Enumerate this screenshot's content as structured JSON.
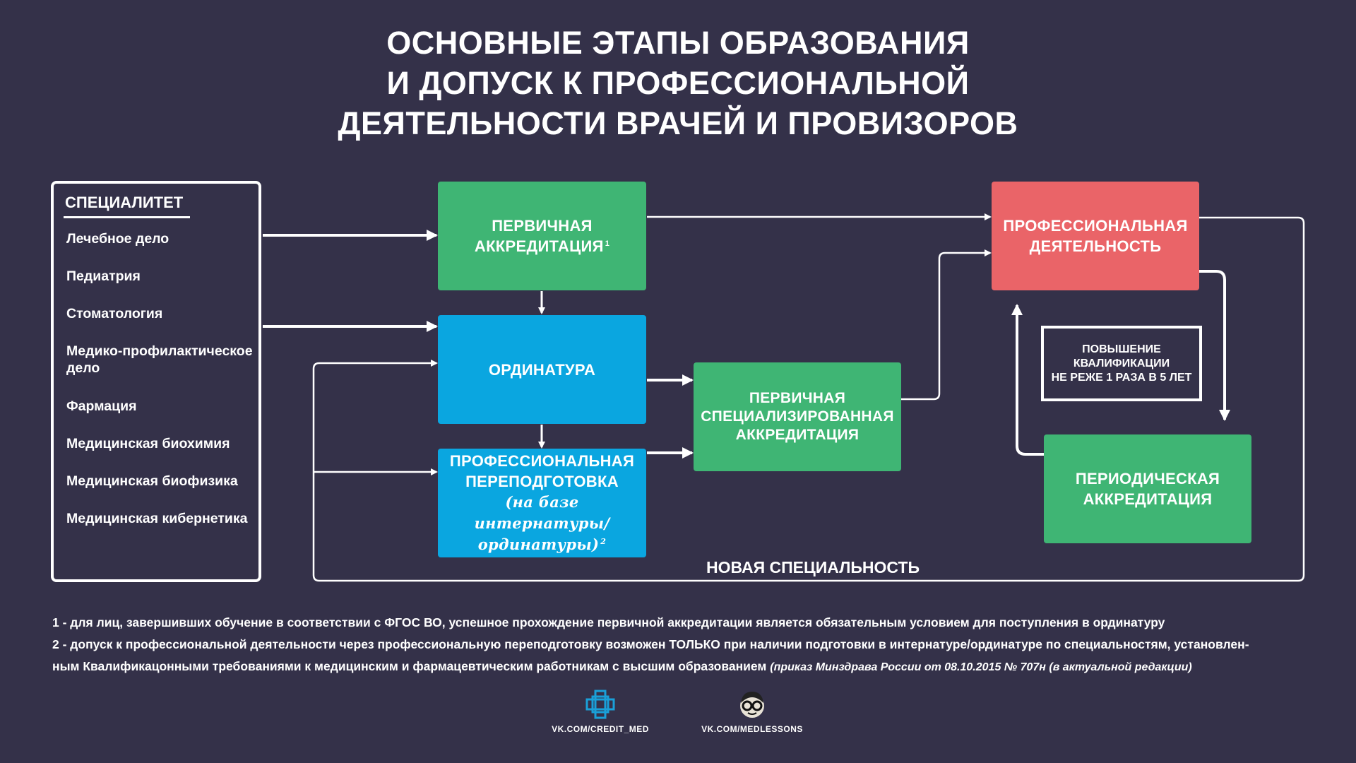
{
  "title": {
    "line1": "ОСНОВНЫЕ ЭТАПЫ ОБРАЗОВАНИЯ",
    "line2": "И ДОПУСК К ПРОФЕССИОНАЛЬНОЙ",
    "line3": "ДЕЯТЕЛЬНОСТИ ВРАЧЕЙ И ПРОВИЗОРОВ"
  },
  "specialty": {
    "heading": "СПЕЦИАЛИТЕТ",
    "items": [
      "Лечебное дело",
      "Педиатрия",
      "Стоматология",
      "Медико-профилактическое дело",
      "Фармация",
      "Медицинская биохимия",
      "Медицинская биофизика",
      "Медицинская кибернетика"
    ]
  },
  "nodes": {
    "primary_accreditation": {
      "line1": "ПЕРВИЧНАЯ",
      "line2": "АККРЕДИТАЦИЯ",
      "sup": "1",
      "color": "#3fb574"
    },
    "residency": {
      "label": "ОРДИНАТУРА",
      "color": "#0aa6e0"
    },
    "retraining": {
      "line1": "ПРОФЕССИОНАЛЬНАЯ",
      "line2": "ПЕРЕПОДГОТОВКА",
      "note1": "(на базе интернатуры/",
      "note2": "ординатуры)",
      "sup": "2",
      "color": "#0aa6e0"
    },
    "primary_specialized": {
      "line1": "ПЕРВИЧНАЯ",
      "line2": "СПЕЦИАЛИЗИРОВАННАЯ",
      "line3": "АККРЕДИТАЦИЯ",
      "color": "#3fb574"
    },
    "professional_activity": {
      "line1": "ПРОФЕССИОНАЛЬНАЯ",
      "line2": "ДЕЯТЕЛЬНОСТЬ",
      "color": "#ea6468"
    },
    "periodic_accreditation": {
      "line1": "ПЕРИОДИЧЕСКАЯ",
      "line2": "АККРЕДИТАЦИЯ",
      "color": "#3fb574"
    }
  },
  "qualification_note": {
    "line1": "ПОВЫШЕНИЕ",
    "line2": "КВАЛИФИКАЦИИ",
    "line3": "НЕ РЕЖЕ 1 РАЗА В 5 ЛЕТ"
  },
  "new_specialty_label": "НОВАЯ СПЕЦИАЛЬНОСТЬ",
  "footnotes": {
    "fn1": "1 - для лиц, завершивших обучение в соответствии с ФГОС ВО, успешное прохождение первичной аккредитации является обязательным условием для поступления в ординатуру",
    "fn2_line1": "2 - допуск к профессиональной деятельности через профессиональную переподготовку возможен ТОЛЬКО при наличии подготовки в интернатуре/ординатуре по специальностям, установлен-",
    "fn2_line2": "ным Квалификацонными требованиями к медицинским и фармацевтическим работникам с высшим образованием",
    "fn2_italic": "(приказ Минздрава России от 08.10.2015 № 707н (в актуальной редакции)"
  },
  "footer": {
    "link1": "VK.COM/CREDIT_MED",
    "link2": "VK.COM/MEDLESSONS"
  },
  "colors": {
    "background": "#343149",
    "green": "#3fb574",
    "blue": "#0aa6e0",
    "red": "#ea6468",
    "line": "#ffffff"
  }
}
